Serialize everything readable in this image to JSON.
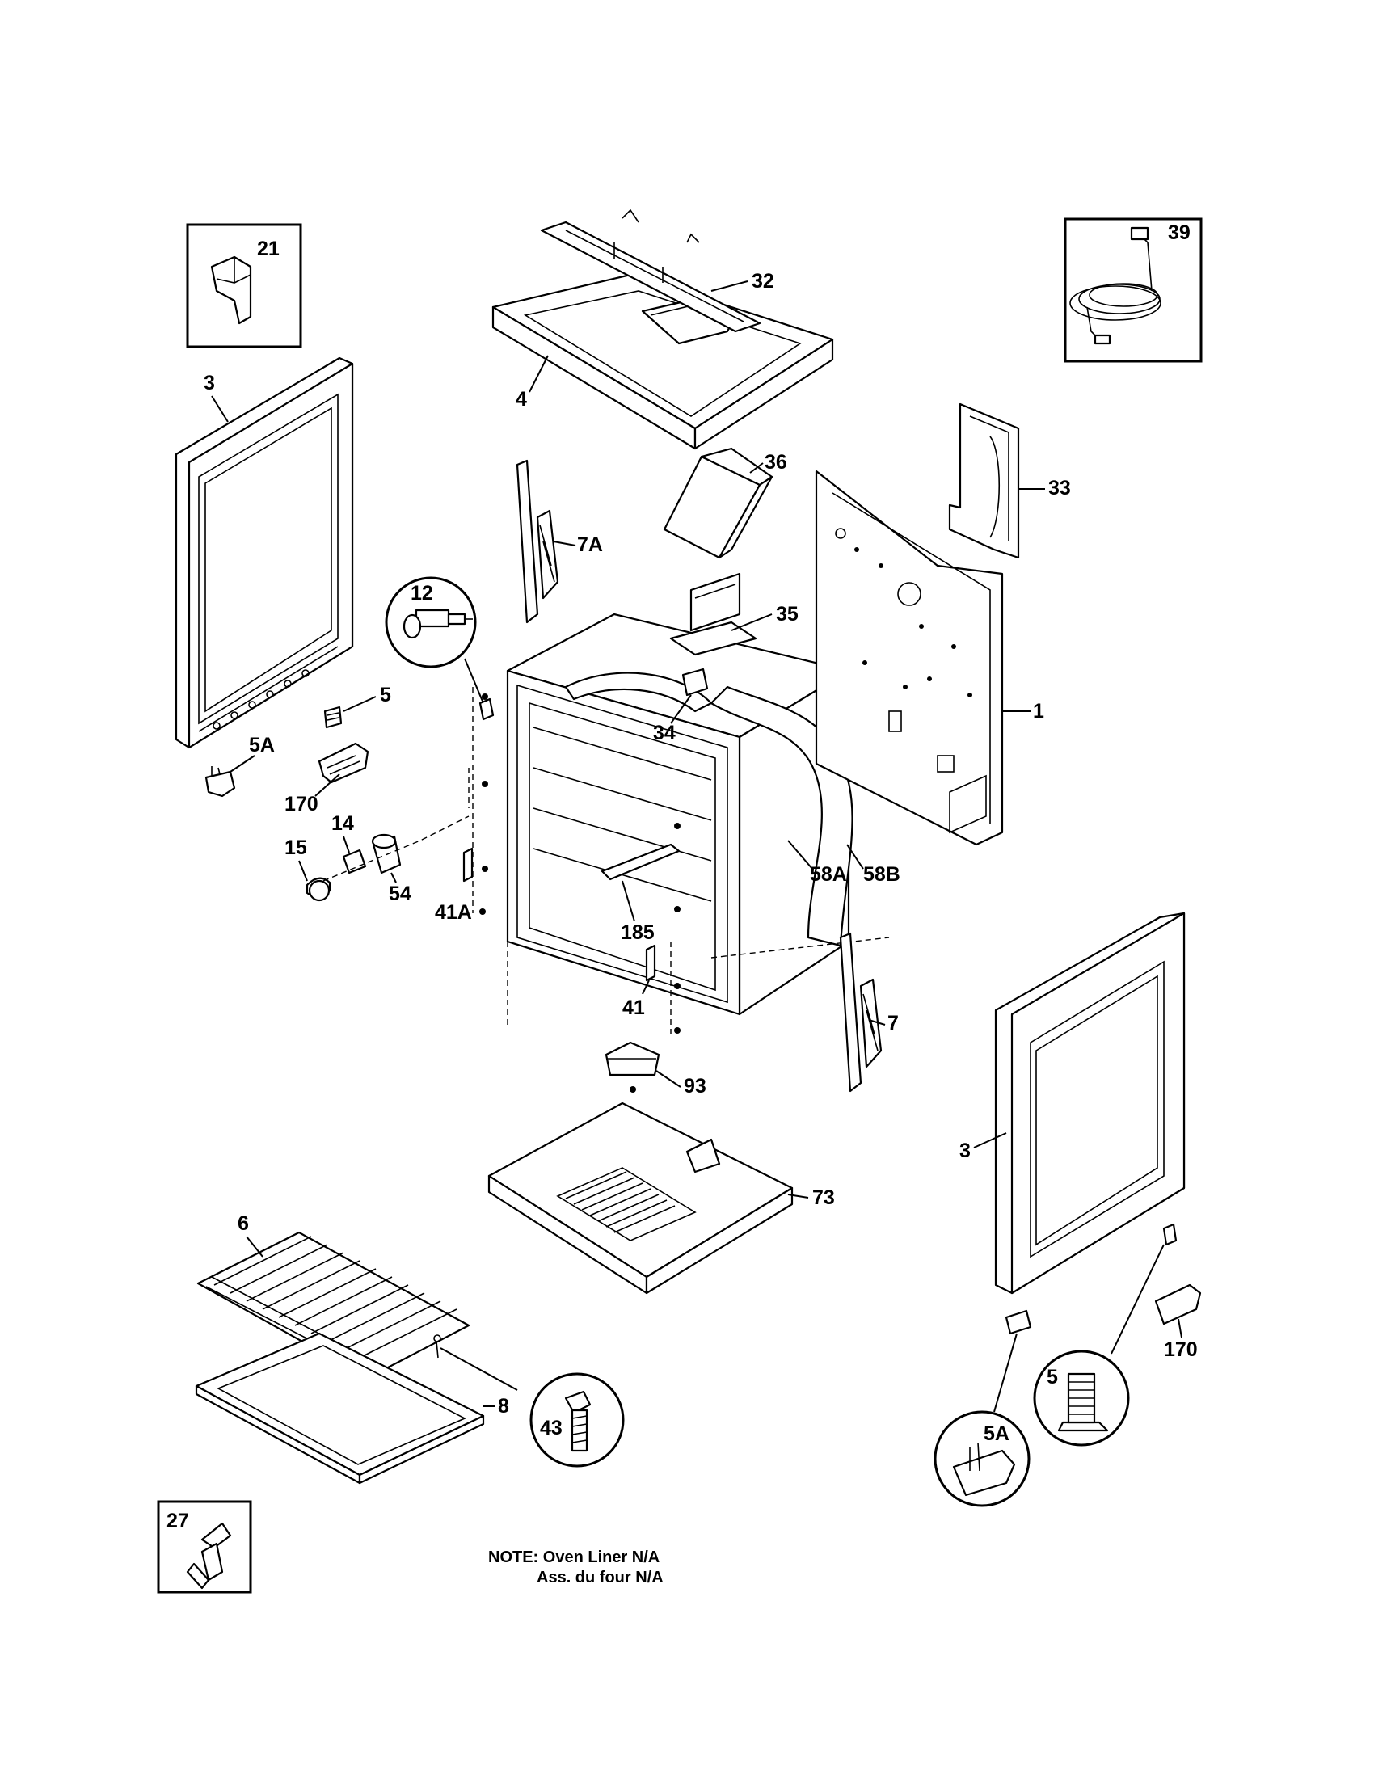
{
  "callouts": {
    "c21": "21",
    "c32": "32",
    "c39": "39",
    "c3_left": "3",
    "c4": "4",
    "c36": "36",
    "c33": "33",
    "c7A": "7A",
    "c12": "12",
    "c35": "35",
    "c5_left": "5",
    "c34": "34",
    "c1": "1",
    "c5A_left": "5A",
    "c170_left": "170",
    "c14": "14",
    "c15": "15",
    "c54": "54",
    "c185": "185",
    "c41A": "41A",
    "c58A": "58A",
    "c58B": "58B",
    "c41": "41",
    "c7": "7",
    "c93": "93",
    "c3_right": "3",
    "c73": "73",
    "c6": "6",
    "c8": "8",
    "c43": "43",
    "c170_right": "170",
    "c5_right": "5",
    "c5A_right": "5A",
    "c27": "27"
  },
  "note": {
    "line1": "NOTE: Oven Liner N/A",
    "line2": "Ass. du four N/A"
  }
}
